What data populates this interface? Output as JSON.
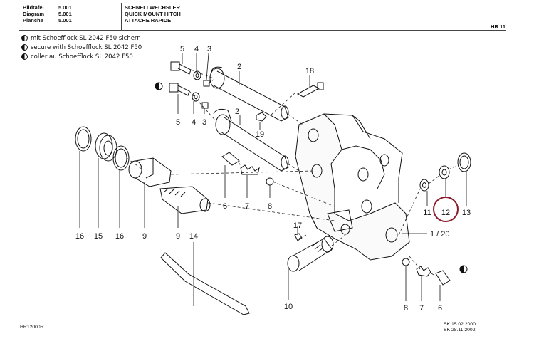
{
  "header": {
    "rows": [
      {
        "label": "Bildtafel",
        "value": "5.001",
        "title": "SCHNELLWECHSLER"
      },
      {
        "label": "Diagram",
        "value": "5.001",
        "title": "QUICK MOUNT HITCH"
      },
      {
        "label": "Planche",
        "value": "5.001",
        "title": "ATTACHE RAPIDE"
      }
    ],
    "code": "HR 11"
  },
  "legend": [
    "mit Schoefflock SL 2042 F50 sichern",
    "secure with Schoefflock SL 2042 F50",
    "coller au Schoefflock SL 2042 F50"
  ],
  "callouts": [
    "5",
    "4",
    "3",
    "2",
    "18",
    "5",
    "4",
    "3",
    "2",
    "19",
    "16",
    "15",
    "16",
    "9",
    "6",
    "7",
    "8",
    "9",
    "14",
    "17",
    "10",
    "8",
    "7",
    "6",
    "11",
    "12",
    "13",
    "1 / 20"
  ],
  "footer": {
    "drawing_id": "HR12000R",
    "dates": [
      "SK  15.02.2000",
      "SK  28.11.2002"
    ]
  },
  "highlight_color": "#8b1a2a"
}
